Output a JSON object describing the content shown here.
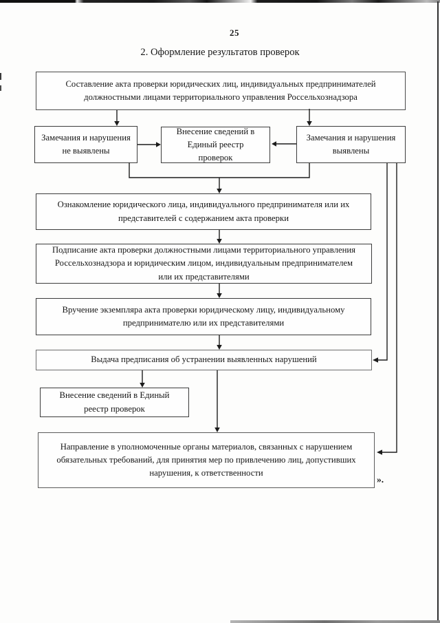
{
  "page": {
    "number": "25",
    "title": "2. Оформление результатов проверок",
    "closing_mark": "»."
  },
  "flowchart": {
    "nodes": {
      "compose_act": {
        "label": "Составление акта проверки юридических лиц, индивидуальных предпринимателей должностными лицами территориального управления Россельхознадзора"
      },
      "no_violations": {
        "label": "Замечания и нарушения не выявлены"
      },
      "register_entry_top": {
        "label": "Внесение сведений в Единый реестр проверок"
      },
      "violations_found": {
        "label": "Замечания и нарушения выявлены"
      },
      "acquaintance": {
        "label": "Ознакомление юридического лица, индивидуального предпринимателя или их представителей с содержанием акта проверки"
      },
      "signing": {
        "label": "Подписание акта проверки должностными лицами территориального управления Россельхознадзора и юридическим лицом, индивидуальным предпринимателем или их представителями"
      },
      "handover": {
        "label": "Вручение экземпляра акта проверки юридическому лицу, индивидуальному предпринимателю или их представителями"
      },
      "prescription": {
        "label": "Выдача предписания об устранении выявленных нарушений"
      },
      "register_entry_bottom": {
        "label": "Внесение сведений в Единый реестр проверок"
      },
      "referral": {
        "label": "Направление в уполномоченные органы материалов, связанных с нарушением обязательных требований, для принятия мер по привлечению лиц, допустивших нарушения, к ответственности"
      }
    }
  }
}
